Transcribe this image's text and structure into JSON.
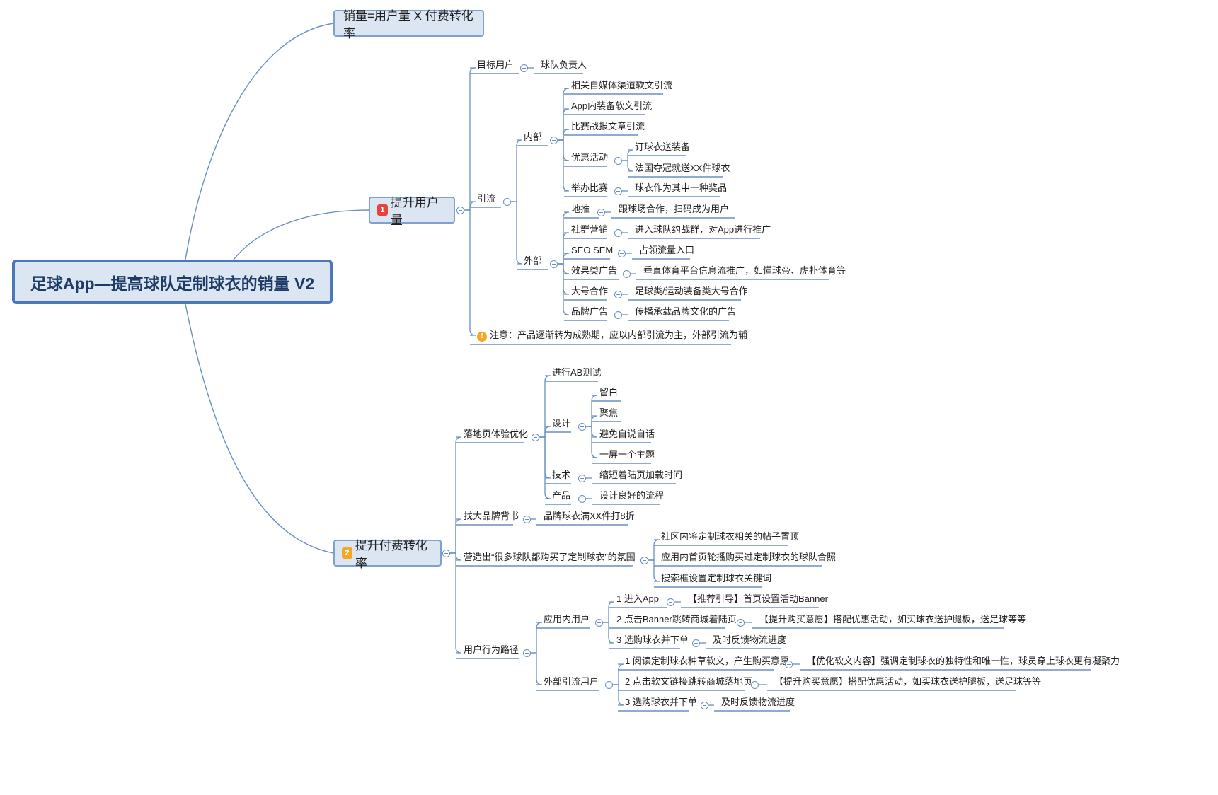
{
  "central": "足球App—提高球队定制球衣的销量 V2",
  "formula": "销量=用户量 X 付费转化率",
  "colors": {
    "line": "#6a8fc4",
    "badge1": "#e8423f",
    "badge2": "#f5a623",
    "warning": "#f5a623"
  },
  "branch1": {
    "badge": "1",
    "title": "提升用户量",
    "target": {
      "label": "目标用户",
      "value": "球队负责人"
    },
    "traffic": {
      "label": "引流",
      "internal": {
        "label": "内部",
        "items": [
          "相关自媒体渠道软文引流",
          "App内装备软文引流",
          "比赛战报文章引流"
        ],
        "promo": {
          "label": "优惠活动",
          "items": [
            "订球衣送装备",
            "法国夺冠就送XX件球衣"
          ]
        },
        "match": {
          "label": "举办比赛",
          "value": "球衣作为其中一种奖品"
        }
      },
      "external": {
        "label": "外部",
        "items": [
          {
            "label": "地推",
            "value": "跟球场合作，扫码成为用户"
          },
          {
            "label": "社群营销",
            "value": "进入球队约战群，对App进行推广"
          },
          {
            "label": "SEO SEM",
            "value": "占领流量入口"
          },
          {
            "label": "效果类广告",
            "value": "垂直体育平台信息流推广，如懂球帝、虎扑体育等"
          },
          {
            "label": "大号合作",
            "value": "足球类/运动装备类大号合作"
          },
          {
            "label": "品牌广告",
            "value": "传播承载品牌文化的广告"
          }
        ]
      }
    },
    "note": "注意：产品逐渐转为成熟期，应以内部引流为主，外部引流为辅"
  },
  "branch2": {
    "badge": "2",
    "title": "提升付费转化率",
    "landing": {
      "label": "落地页体验优化",
      "ab": "进行AB测试",
      "design": {
        "label": "设计",
        "items": [
          "留白",
          "聚焦",
          "避免自说自话",
          "一屏一个主题"
        ]
      },
      "tech": {
        "label": "技术",
        "value": "缩短着陆页加载时间"
      },
      "product": {
        "label": "产品",
        "value": "设计良好的流程"
      }
    },
    "brand": {
      "label": "找大品牌背书",
      "value": "品牌球衣满XX件打8折"
    },
    "atmosphere": {
      "label": "营造出“很多球队都购买了定制球衣”的氛围",
      "items": [
        "社区内将定制球衣相关的帖子置顶",
        "应用内首页轮播购买过定制球衣的球队合照",
        "搜索框设置定制球衣关键词"
      ]
    },
    "path": {
      "label": "用户行为路径",
      "inapp": {
        "label": "应用内用户",
        "steps": [
          {
            "label": "1 进入App",
            "value": "【推荐引导】首页设置活动Banner"
          },
          {
            "label": "2 点击Banner跳转商城着陆页",
            "value": "【提升购买意愿】搭配优惠活动，如买球衣送护腿板，送足球等等"
          },
          {
            "label": "3 选购球衣并下单",
            "value": "及时反馈物流进度"
          }
        ]
      },
      "external": {
        "label": "外部引流用户",
        "steps": [
          {
            "label": "1 阅读定制球衣种草软文，产生购买意愿",
            "value": "【优化软文内容】强调定制球衣的独特性和唯一性，球员穿上球衣更有凝聚力"
          },
          {
            "label": "2 点击软文链接跳转商城落地页",
            "value": "【提升购买意愿】搭配优惠活动，如买球衣送护腿板，送足球等等"
          },
          {
            "label": "3 选购球衣并下单",
            "value": "及时反馈物流进度"
          }
        ]
      }
    }
  }
}
